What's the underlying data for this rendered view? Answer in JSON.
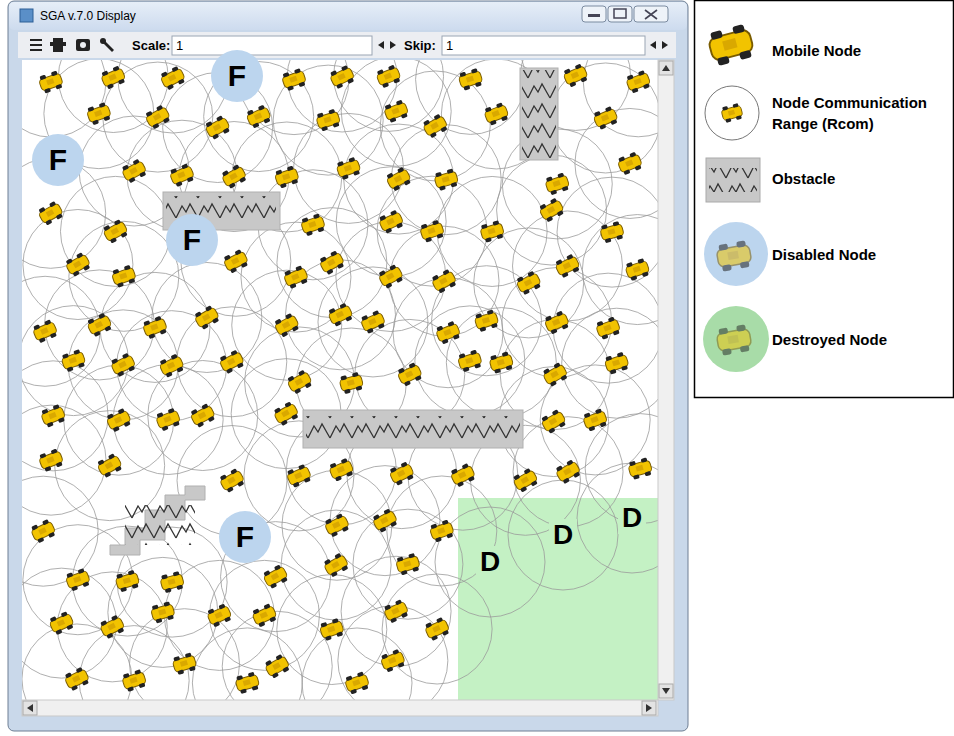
{
  "diagram": {
    "title": "SGA v.7.0 Display",
    "nodes": [
      {
        "text": [
          "F"
        ]
      },
      {
        "text": [
          "F"
        ]
      },
      {
        "text": [
          "F"
        ]
      },
      {
        "text": [
          "F"
        ]
      },
      {
        "text": [
          "D"
        ]
      },
      {
        "text": [
          "D"
        ]
      },
      {
        "text": [
          "D"
        ]
      }
    ],
    "labels": [
      "Scale:",
      "1",
      "Skip:",
      "1"
    ],
    "legend": [
      {
        "text": "Mobile Node"
      },
      {
        "text": "Node Communication Range (Rcom)"
      },
      {
        "text": "Obstacle"
      },
      {
        "text": "Disabled Node"
      },
      {
        "text": "Destroyed Node"
      }
    ]
  }
}
